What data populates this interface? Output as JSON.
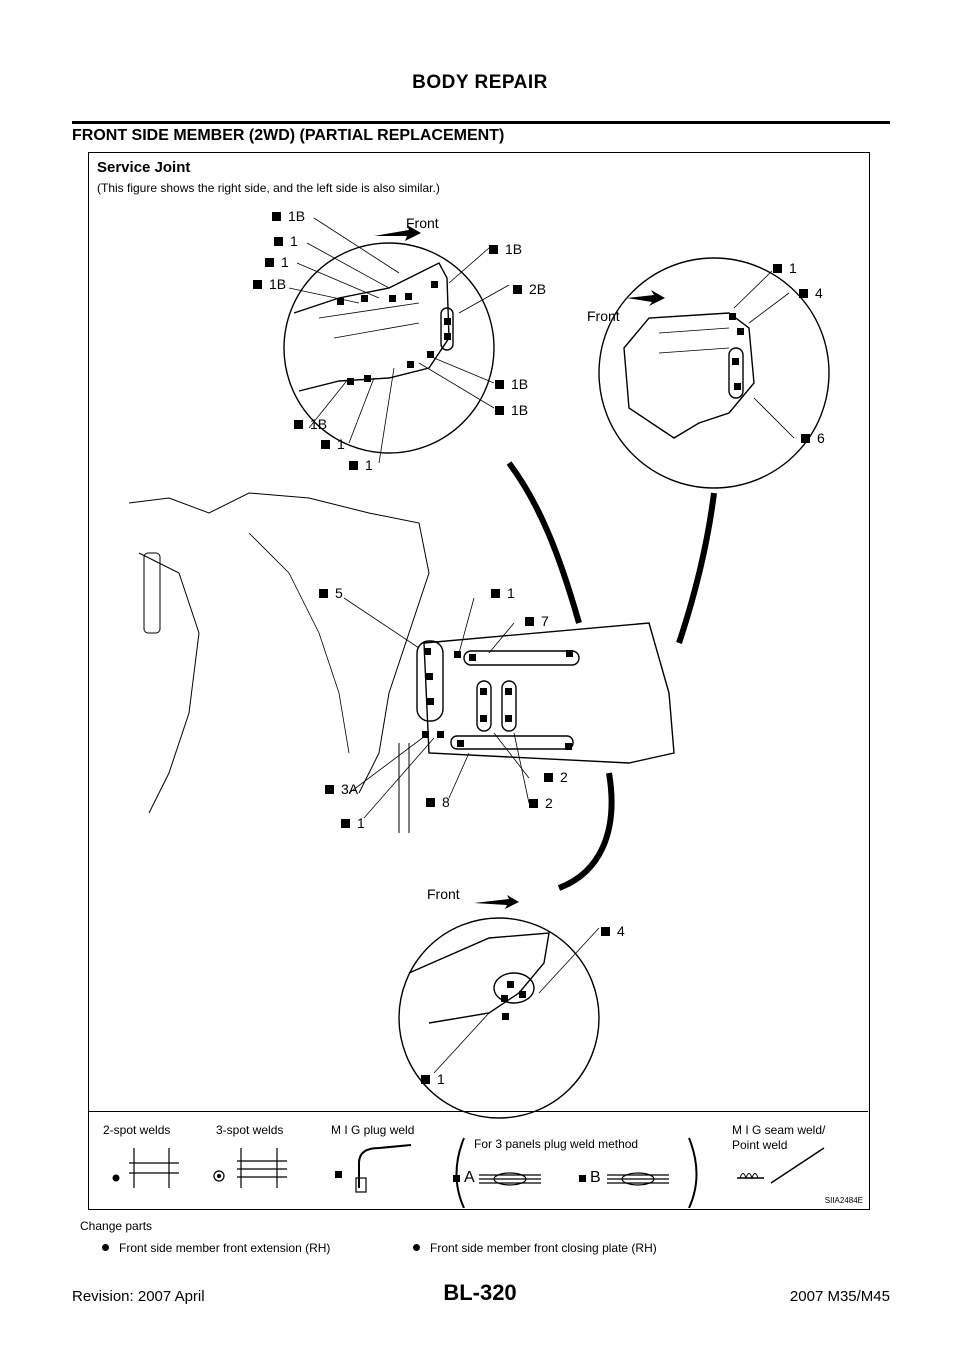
{
  "header": {
    "title": "BODY REPAIR"
  },
  "section": {
    "title": "FRONT SIDE MEMBER (2WD) (PARTIAL REPLACEMENT)"
  },
  "figure": {
    "title": "Service Joint",
    "subtitle": "(This figure shows the right side, and the left side is also similar.)",
    "front_labels": [
      "Front",
      "Front",
      "Front"
    ],
    "callouts_top_left": [
      "1B",
      "1",
      "1",
      "1B",
      "1B",
      "2B",
      "1B",
      "1B",
      "1B",
      "1",
      "1"
    ],
    "callouts_top_right": [
      "1",
      "4",
      "6"
    ],
    "callouts_main": [
      "5",
      "1",
      "7",
      "3A",
      "8",
      "2",
      "2",
      "1"
    ],
    "callouts_bottom": [
      "4",
      "1"
    ],
    "legend": {
      "two_spot": "2-spot welds",
      "three_spot": "3-spot welds",
      "mig_plug": "M I G plug weld",
      "three_panels": "For 3 panels plug weld method",
      "mig_seam_line1": "M I G seam weld/",
      "mig_seam_line2": "Point weld",
      "sym_a": "A",
      "sym_b": "B"
    },
    "figure_id": "SIIA2484E"
  },
  "change_parts": {
    "title": "Change parts",
    "items": [
      "Front side member front extension (RH)",
      "Front side member front closing plate (RH)"
    ]
  },
  "footer": {
    "revision": "Revision: 2007 April",
    "page": "BL-320",
    "model": "2007 M35/M45"
  }
}
